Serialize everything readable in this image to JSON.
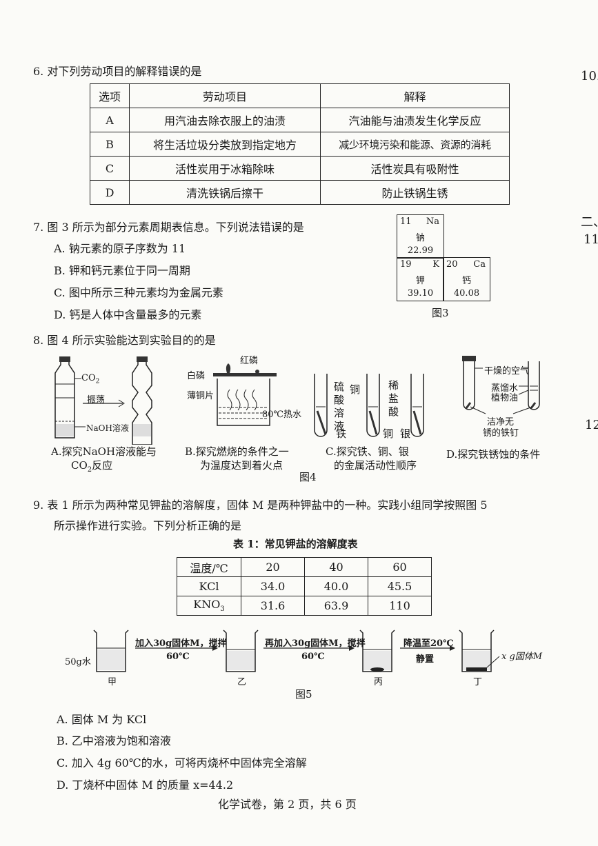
{
  "margin_marks": {
    "top": "10.",
    "mid": "二、",
    "q11": "11.",
    "q12": "12"
  },
  "q6": {
    "stem": "6.  对下列劳动项目的解释错误的是",
    "table": {
      "headers": [
        "选项",
        "劳动项目",
        "解释"
      ],
      "rows": [
        [
          "A",
          "用汽油去除衣服上的油渍",
          "汽油能与油渍发生化学反应"
        ],
        [
          "B",
          "将生活垃圾分类放到指定地方",
          "减少环境污染和能源、资源的消耗"
        ],
        [
          "C",
          "活性炭用于冰箱除味",
          "活性炭具有吸附性"
        ],
        [
          "D",
          "清洗铁锅后擦干",
          "防止铁锅生锈"
        ]
      ]
    }
  },
  "q7": {
    "stem": "7.  图 3 所示为部分元素周期表信息。下列说法错误的是",
    "options": [
      "A.  钠元素的原子序数为 11",
      "B.  钾和钙元素位于同一周期",
      "C.  图中所示三种元素均为金属元素",
      "D.  钙是人体中含量最多的元素"
    ],
    "elements": [
      {
        "number": "11",
        "symbol": "Na",
        "name": "钠",
        "mass": "22.99"
      },
      {
        "number": "19",
        "symbol": "K",
        "name": "钾",
        "mass": "39.10"
      },
      {
        "number": "20",
        "symbol": "Ca",
        "name": "钙",
        "mass": "40.08"
      }
    ],
    "caption": "图3"
  },
  "q8": {
    "stem": "8.  图 4 所示实验能达到实验目的的是",
    "labels": {
      "co2": "CO",
      "co2_sub": "2",
      "shake": "振荡",
      "naoh": "NaOH溶液",
      "white_p": "白磷",
      "red_p": "红磷",
      "copper_sheet": "薄铜片",
      "hot_water": "80℃热水",
      "cuso4": "硫酸溶液",
      "copper": "铜",
      "dilute_hcl": "稀盐酸",
      "iron": "铁",
      "copper2": "铜",
      "silver": "银",
      "dry_air": "干燥的空气",
      "distilled_water": "蒸馏水",
      "plant_oil": "植物油",
      "clean_nail_1": "洁净无",
      "clean_nail_2": "锈的铁钉"
    },
    "captions": {
      "a1": "A.探究NaOH溶液能与",
      "a2": "CO",
      "a2_sub": "2",
      "a2_tail": "反应",
      "b1": "B.探究燃烧的条件之一",
      "b2": "为温度达到着火点",
      "c1": "C.探究铁、铜、银",
      "c2": "的金属活动性顺序",
      "d1": "D.探究铁锈蚀的条件"
    },
    "figure": "图4"
  },
  "q9": {
    "stem1": "9.  表 1 所示为两种常见钾盐的溶解度，固体 M 是两种钾盐中的一种。实践小组同学按照图 5",
    "stem2": "所示操作进行实验。下列分析正确的是",
    "table_title": "表 1：常见钾盐的溶解度表",
    "table": {
      "header": [
        "温度/℃",
        "20",
        "40",
        "60"
      ],
      "rows": [
        [
          "KCl",
          "34.0",
          "40.0",
          "45.5"
        ],
        [
          "KNO",
          "31.6",
          "63.9",
          "110"
        ]
      ],
      "kno3_sub": "3"
    },
    "fig5": {
      "water": "50g水",
      "step1_top": "加入30g固体M，搅拌",
      "step1_bottom": "60℃",
      "step2_top": "再加入30g固体M，搅拌",
      "step2_bottom": "60℃",
      "step3_top": "降温至20℃",
      "step3_bottom": "静置",
      "solid": "x g固体M",
      "beakers": [
        "甲",
        "乙",
        "丙",
        "丁"
      ],
      "caption": "图5"
    },
    "options": [
      "A.  固体 M 为 KCl",
      "B.  乙中溶液为饱和溶液",
      "C.  加入 4g 60℃的水，可将丙烧杯中固体完全溶解",
      "D.  丁烧杯中固体 M 的质量 x=44.2"
    ]
  },
  "footer": "化学试卷，第 2 页，共 6 页"
}
